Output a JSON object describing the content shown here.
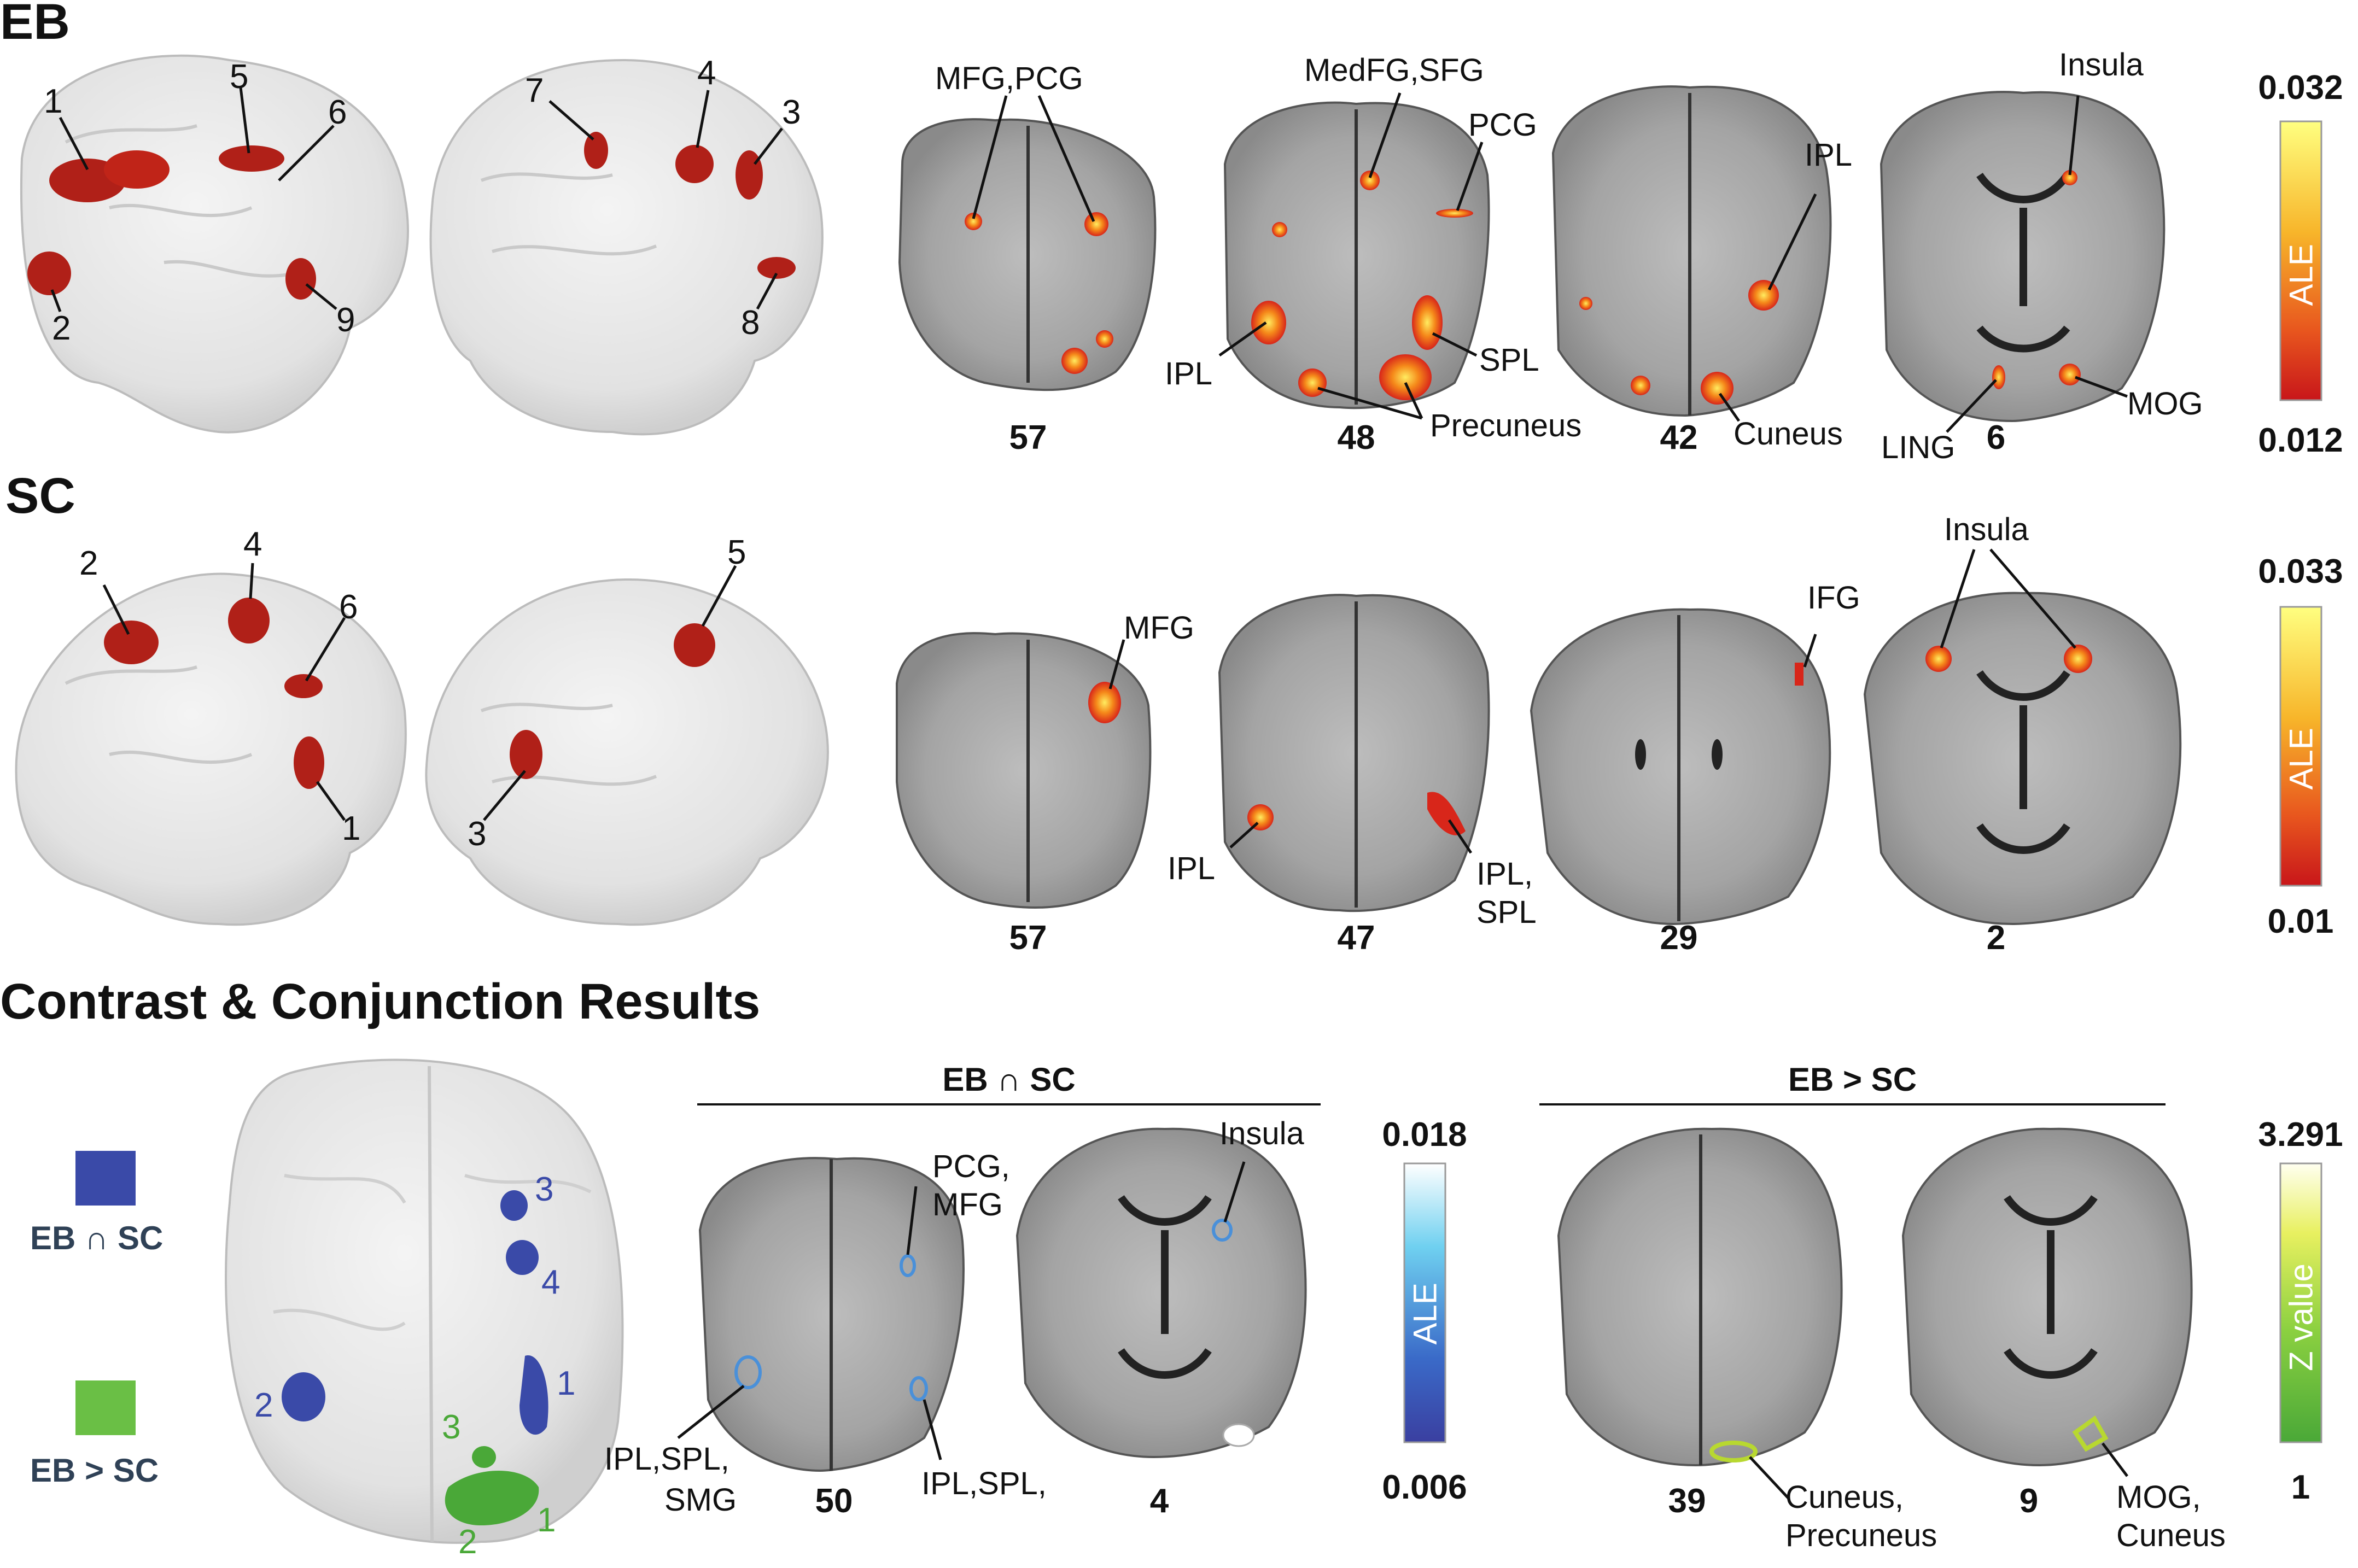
{
  "sections": {
    "eb": "EB",
    "sc": "SC",
    "contrast": "Contrast & Conjunction Results"
  },
  "eb": {
    "brain_numbers": [
      "1",
      "2",
      "5",
      "6",
      "9",
      "7",
      "4",
      "3",
      "8"
    ],
    "slices": [
      "57",
      "48",
      "42",
      "6"
    ],
    "labels": {
      "mfg_pcg": "MFG,PCG",
      "medfg_sfg": "MedFG,SFG",
      "pcg": "PCG",
      "ipl_left": "IPL",
      "spl": "SPL",
      "precuneus": "Precuneus",
      "ipl_right": "IPL",
      "cuneus": "Cuneus",
      "insula": "Insula",
      "mog": "MOG",
      "ling": "LING"
    },
    "colorbar": {
      "max": "0.032",
      "min": "0.012",
      "label": "ALE"
    }
  },
  "sc": {
    "brain_numbers": [
      "2",
      "4",
      "6",
      "1",
      "5",
      "3"
    ],
    "slices": [
      "57",
      "47",
      "29",
      "2"
    ],
    "labels": {
      "mfg": "MFG",
      "ipl": "IPL",
      "ipl_spl_line1": "IPL,",
      "ipl_spl_line2": "SPL",
      "ifg": "IFG",
      "insula": "Insula"
    },
    "colorbar": {
      "max": "0.033",
      "min": "0.01",
      "label": "ALE"
    }
  },
  "contrast": {
    "legend": [
      {
        "label": "EB ∩ SC",
        "color": "#3a4aa8"
      },
      {
        "label": "EB > SC",
        "color": "#6abf45"
      }
    ],
    "top_brain_numbers": {
      "blue": [
        "3",
        "4",
        "1",
        "2"
      ],
      "green": [
        "3",
        "2",
        "1"
      ]
    },
    "conj_header": "EB ∩ SC",
    "conj_slices": [
      "50",
      "4"
    ],
    "conj_labels": {
      "pcg_line1": "PCG,",
      "pcg_line2": "MFG",
      "insula": "Insula",
      "ipl_spl_smg_line1": "IPL,SPL,",
      "ipl_spl_smg_line2": "SMG",
      "ipl_spl": "IPL,SPL,"
    },
    "conj_colorbar": {
      "max": "0.018",
      "min": "0.006",
      "label": "ALE"
    },
    "gt_header": "EB > SC",
    "gt_slices": [
      "39",
      "9"
    ],
    "gt_labels": {
      "cuneus_line1": "Cuneus,",
      "cuneus_line2": "Precuneus",
      "mog_line1": "MOG,",
      "mog_line2": "Cuneus"
    },
    "z_colorbar": {
      "max": "3.291",
      "min": "1",
      "label": "Z value"
    }
  },
  "colors": {
    "activation_red": "#d42a1c",
    "activation_orange": "#f39b1a",
    "conj_blue": "#4a90d9",
    "green": "#5ab232"
  }
}
